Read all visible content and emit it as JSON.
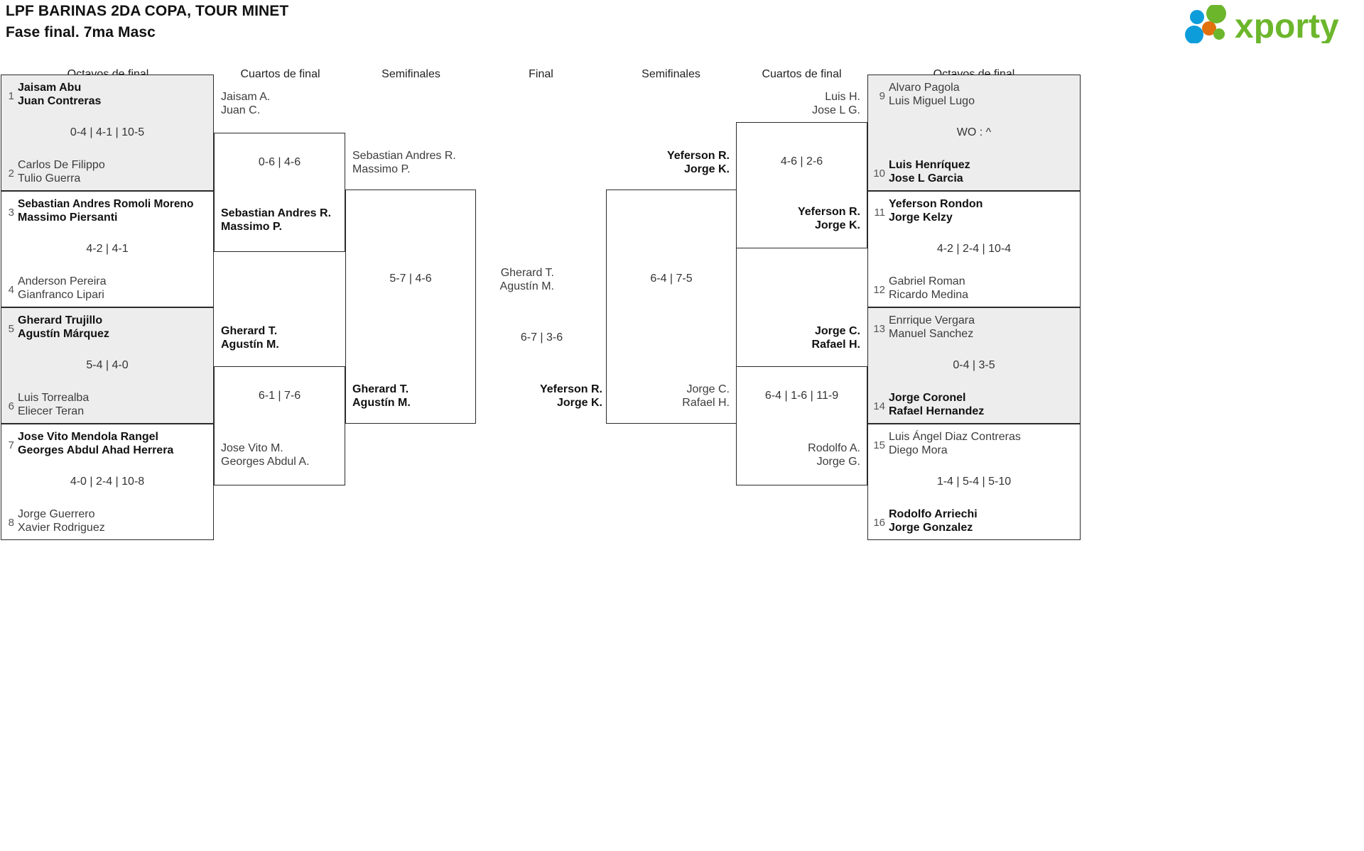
{
  "header": {
    "title": "LPF BARINAS 2DA COPA, TOUR MINET",
    "subtitle": "Fase final. 7ma Masc",
    "logo_text": "xporty",
    "logo_colors": {
      "green": "#6cb62c",
      "blue": "#0d9ddb",
      "orange": "#e2700c"
    }
  },
  "round_headers": {
    "left_r16": "Octavos de final",
    "left_qf": "Cuartos de final",
    "left_sf": "Semifinales",
    "final": "Final",
    "right_sf": "Semifinales",
    "right_qf": "Cuartos de final",
    "right_r16": "Octavos de final"
  },
  "left_r16": [
    {
      "score": "0-4 | 4-1 | 10-5",
      "shaded": true,
      "top": {
        "seed": "1",
        "p1": "Jaisam Abu",
        "p2": "Juan Contreras",
        "winner": true
      },
      "bottom": {
        "seed": "2",
        "p1": "Carlos De Filippo",
        "p2": "Tulio Guerra",
        "winner": false
      }
    },
    {
      "score": "4-2 | 4-1",
      "shaded": false,
      "top": {
        "seed": "3",
        "p1": "Sebastian Andres Romoli Moreno",
        "p2": "Massimo Piersanti",
        "winner": true
      },
      "bottom": {
        "seed": "4",
        "p1": "Anderson Pereira",
        "p2": "Gianfranco Lipari",
        "winner": false
      }
    },
    {
      "score": "5-4 | 4-0",
      "shaded": true,
      "top": {
        "seed": "5",
        "p1": "Gherard Trujillo",
        "p2": "Agustín Márquez",
        "winner": true
      },
      "bottom": {
        "seed": "6",
        "p1": "Luis Torrealba",
        "p2": "Eliecer Teran",
        "winner": false
      }
    },
    {
      "score": "4-0 | 2-4 | 10-8",
      "shaded": false,
      "top": {
        "seed": "7",
        "p1": "Jose Vito Mendola Rangel",
        "p2": "Georges Abdul Ahad Herrera",
        "winner": true
      },
      "bottom": {
        "seed": "8",
        "p1": "Jorge Guerrero",
        "p2": "Xavier Rodriguez",
        "winner": false
      }
    }
  ],
  "left_qf": [
    {
      "score": "0-6 | 4-6",
      "top": {
        "p1": "Jaisam A.",
        "p2": "Juan C.",
        "winner": false
      },
      "bottom": {
        "p1": "Sebastian Andres R.",
        "p2": "Massimo P.",
        "winner": true
      }
    },
    {
      "score": "6-1 | 7-6",
      "top": {
        "p1": "Gherard T.",
        "p2": "Agustín M.",
        "winner": true
      },
      "bottom": {
        "p1": "Jose Vito M.",
        "p2": "Georges Abdul A.",
        "winner": false
      }
    }
  ],
  "left_sf": [
    {
      "score": "5-7 | 4-6",
      "top": {
        "p1": "Sebastian Andres R.",
        "p2": "Massimo P.",
        "winner": false
      },
      "bottom": {
        "p1": "Gherard T.",
        "p2": "Agustín M.",
        "winner": true
      }
    }
  ],
  "final": {
    "score": "6-7 | 3-6",
    "top": {
      "p1": "Gherard T.",
      "p2": "Agustín M.",
      "winner": false
    },
    "bottom": {
      "p1": "Yeferson R.",
      "p2": "Jorge K.",
      "winner": true
    }
  },
  "right_sf": [
    {
      "score": "6-4 | 7-5",
      "top": {
        "p1": "Yeferson R.",
        "p2": "Jorge K.",
        "winner": true
      },
      "bottom": {
        "p1": "Jorge C.",
        "p2": "Rafael H.",
        "winner": false
      }
    }
  ],
  "right_qf": [
    {
      "score": "4-6 | 2-6",
      "top": {
        "p1": "Luis H.",
        "p2": "Jose L G.",
        "winner": false
      },
      "bottom": {
        "p1": "Yeferson R.",
        "p2": "Jorge K.",
        "winner": true
      }
    },
    {
      "score": "6-4 | 1-6 | 11-9",
      "top": {
        "p1": "Jorge C.",
        "p2": "Rafael H.",
        "winner": true
      },
      "bottom": {
        "p1": "Rodolfo A.",
        "p2": "Jorge G.",
        "winner": false
      }
    }
  ],
  "right_r16": [
    {
      "score": "WO : ^",
      "shaded": true,
      "top": {
        "seed": "9",
        "p1": "Alvaro Pagola",
        "p2": "Luis Miguel Lugo",
        "winner": false
      },
      "bottom": {
        "seed": "10",
        "p1": "Luis Henríquez",
        "p2": "Jose L Garcia",
        "winner": true
      }
    },
    {
      "score": "4-2 | 2-4 | 10-4",
      "shaded": false,
      "top": {
        "seed": "11",
        "p1": "Yeferson Rondon",
        "p2": "Jorge Kelzy",
        "winner": true
      },
      "bottom": {
        "seed": "12",
        "p1": "Gabriel Roman",
        "p2": "Ricardo Medina",
        "winner": false
      }
    },
    {
      "score": "0-4 | 3-5",
      "shaded": true,
      "top": {
        "seed": "13",
        "p1": "Enrrique Vergara",
        "p2": "Manuel Sanchez",
        "winner": false
      },
      "bottom": {
        "seed": "14",
        "p1": "Jorge Coronel",
        "p2": "Rafael Hernandez",
        "winner": true
      }
    },
    {
      "score": "1-4 | 5-4 | 5-10",
      "shaded": false,
      "top": {
        "seed": "15",
        "p1": "Luis Ángel Diaz Contreras",
        "p2": "Diego Mora",
        "winner": false
      },
      "bottom": {
        "seed": "16",
        "p1": "Rodolfo Arriechi",
        "p2": "Jorge Gonzalez",
        "winner": true
      }
    }
  ]
}
